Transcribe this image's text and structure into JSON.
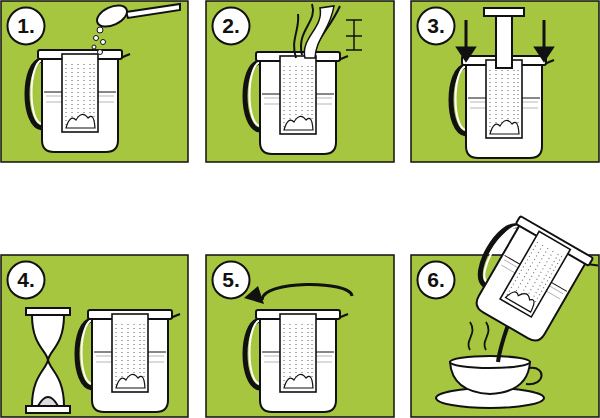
{
  "diagram": {
    "nodes": [
      {
        "text": [
          "1."
        ]
      },
      {
        "text": [
          "2."
        ]
      },
      {
        "text": [
          "3."
        ]
      },
      {
        "text": [
          "4."
        ]
      },
      {
        "text": [
          "5."
        ]
      },
      {
        "text": [
          "6."
        ]
      }
    ]
  }
}
